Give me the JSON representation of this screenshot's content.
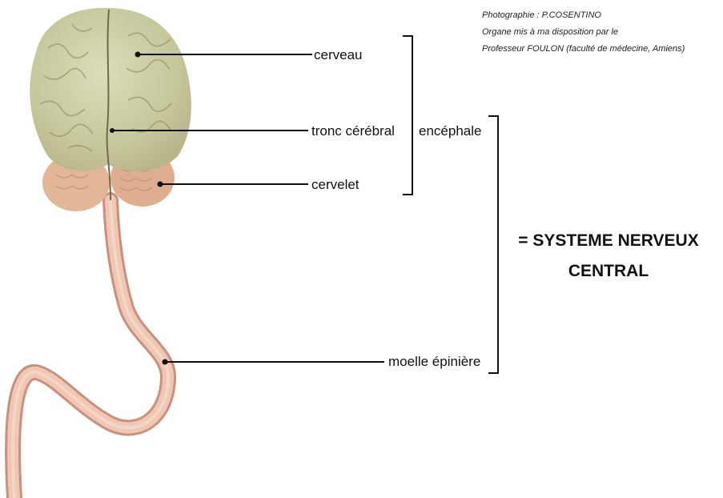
{
  "credits": {
    "line1": "Photographie : P.COSENTINO",
    "line2": "Organe mis à ma disposition par le",
    "line3": "Professeur FOULON (faculté de médecine, Amiens)"
  },
  "labels": {
    "cerveau": "cerveau",
    "tronc": "tronc cérébral",
    "cervelet": "cervelet",
    "encephale": "encéphale",
    "moelle": "moelle épinière"
  },
  "conclusion": {
    "line1": "= SYSTEME NERVEUX",
    "line2": "CENTRAL"
  },
  "colors": {
    "brain": "#c9c9a2",
    "cord": "#e8b9a4",
    "cerebellum": "#e2b08f"
  }
}
